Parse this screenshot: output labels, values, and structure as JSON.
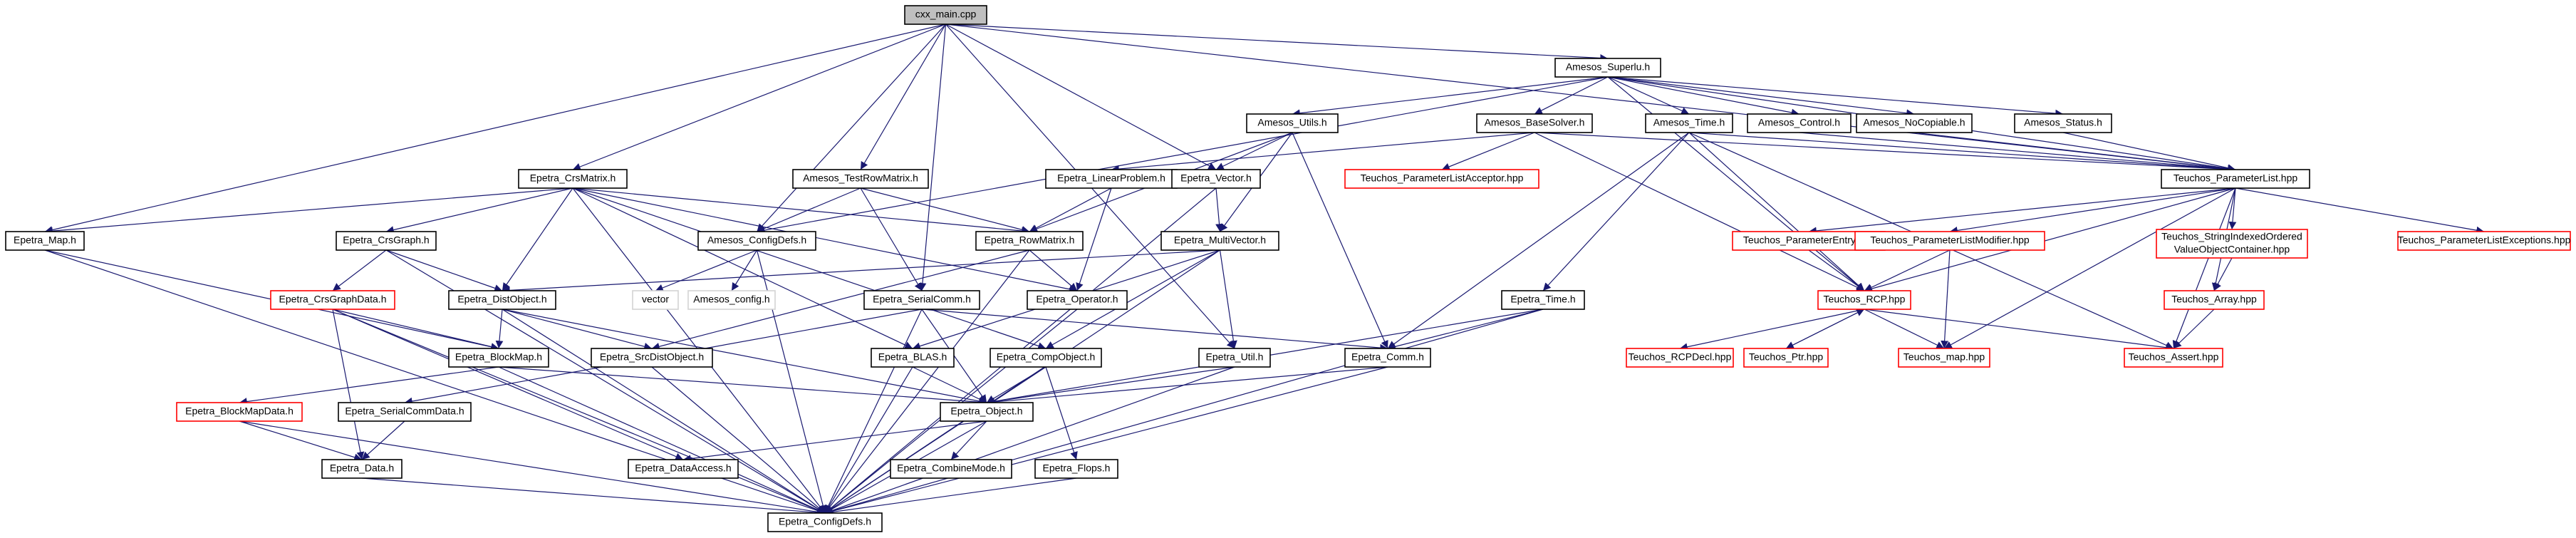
{
  "diagram": {
    "colors": {
      "edge": "#191970",
      "node_border": "#000000",
      "missing_border": "#ff0000",
      "root_fill": "#bfbfbf",
      "node_fill": "#ffffff",
      "plain_text_border": "#d3d3d3"
    },
    "nodes": [
      {
        "id": "cxx_main",
        "label": "cxx_main.cpp",
        "kind": "root"
      },
      {
        "id": "amesos_superlu",
        "label": "Amesos_Superlu.h",
        "kind": "normal"
      },
      {
        "id": "amesos_utils",
        "label": "Amesos_Utils.h",
        "kind": "normal"
      },
      {
        "id": "amesos_basesolver",
        "label": "Amesos_BaseSolver.h",
        "kind": "normal"
      },
      {
        "id": "amesos_time",
        "label": "Amesos_Time.h",
        "kind": "normal"
      },
      {
        "id": "amesos_control",
        "label": "Amesos_Control.h",
        "kind": "normal"
      },
      {
        "id": "amesos_nocopiable",
        "label": "Amesos_NoCopiable.h",
        "kind": "normal"
      },
      {
        "id": "amesos_status",
        "label": "Amesos_Status.h",
        "kind": "normal"
      },
      {
        "id": "epetra_crsmatrix",
        "label": "Epetra_CrsMatrix.h",
        "kind": "normal"
      },
      {
        "id": "amesos_testrowmatrix",
        "label": "Amesos_TestRowMatrix.h",
        "kind": "normal"
      },
      {
        "id": "epetra_linearproblem",
        "label": "Epetra_LinearProblem.h",
        "kind": "normal"
      },
      {
        "id": "epetra_vector",
        "label": "Epetra_Vector.h",
        "kind": "normal"
      },
      {
        "id": "teuchos_plaacceptor",
        "label": "Teuchos_ParameterListAcceptor.hpp",
        "kind": "missing"
      },
      {
        "id": "teuchos_parameterlist",
        "label": "Teuchos_ParameterList.hpp",
        "kind": "normal"
      },
      {
        "id": "epetra_map",
        "label": "Epetra_Map.h",
        "kind": "normal"
      },
      {
        "id": "epetra_crsgraph",
        "label": "Epetra_CrsGraph.h",
        "kind": "normal"
      },
      {
        "id": "amesos_configdefs",
        "label": "Amesos_ConfigDefs.h",
        "kind": "normal"
      },
      {
        "id": "epetra_rowmatrix",
        "label": "Epetra_RowMatrix.h",
        "kind": "normal"
      },
      {
        "id": "epetra_multivector",
        "label": "Epetra_MultiVector.h",
        "kind": "normal"
      },
      {
        "id": "teuchos_parameterentry",
        "label": "Teuchos_ParameterEntry.hpp",
        "kind": "missing"
      },
      {
        "id": "teuchos_plmodifier",
        "label": "Teuchos_ParameterListModifier.hpp",
        "kind": "missing"
      },
      {
        "id": "teuchos_stringindexed_1",
        "label": "Teuchos_StringIndexedOrdered",
        "kind": "missing"
      },
      {
        "id": "teuchos_stringindexed_2",
        "label": "ValueObjectContainer.hpp",
        "kind": "label_only"
      },
      {
        "id": "teuchos_plexceptions",
        "label": "Teuchos_ParameterListExceptions.hpp",
        "kind": "missing"
      },
      {
        "id": "epetra_crsgraphdata",
        "label": "Epetra_CrsGraphData.h",
        "kind": "missing"
      },
      {
        "id": "epetra_distobject",
        "label": "Epetra_DistObject.h",
        "kind": "normal"
      },
      {
        "id": "vector",
        "label": "vector",
        "kind": "plain"
      },
      {
        "id": "amesos_config",
        "label": "Amesos_config.h",
        "kind": "plain"
      },
      {
        "id": "epetra_serialcomm",
        "label": "Epetra_SerialComm.h",
        "kind": "normal"
      },
      {
        "id": "epetra_operator",
        "label": "Epetra_Operator.h",
        "kind": "normal"
      },
      {
        "id": "epetra_time",
        "label": "Epetra_Time.h",
        "kind": "normal"
      },
      {
        "id": "teuchos_rcp",
        "label": "Teuchos_RCP.hpp",
        "kind": "missing"
      },
      {
        "id": "teuchos_array",
        "label": "Teuchos_Array.hpp",
        "kind": "missing"
      },
      {
        "id": "epetra_blockmap",
        "label": "Epetra_BlockMap.h",
        "kind": "normal"
      },
      {
        "id": "epetra_srcdistobject",
        "label": "Epetra_SrcDistObject.h",
        "kind": "normal"
      },
      {
        "id": "epetra_blas",
        "label": "Epetra_BLAS.h",
        "kind": "normal"
      },
      {
        "id": "epetra_compobject",
        "label": "Epetra_CompObject.h",
        "kind": "normal"
      },
      {
        "id": "epetra_util",
        "label": "Epetra_Util.h",
        "kind": "normal"
      },
      {
        "id": "epetra_comm",
        "label": "Epetra_Comm.h",
        "kind": "normal"
      },
      {
        "id": "teuchos_rcpdecl",
        "label": "Teuchos_RCPDecl.hpp",
        "kind": "missing"
      },
      {
        "id": "teuchos_ptr",
        "label": "Teuchos_Ptr.hpp",
        "kind": "missing"
      },
      {
        "id": "teuchos_map",
        "label": "Teuchos_map.hpp",
        "kind": "missing"
      },
      {
        "id": "teuchos_assert",
        "label": "Teuchos_Assert.hpp",
        "kind": "missing"
      },
      {
        "id": "epetra_blockmapdata",
        "label": "Epetra_BlockMapData.h",
        "kind": "missing"
      },
      {
        "id": "epetra_serialcommdata",
        "label": "Epetra_SerialCommData.h",
        "kind": "normal"
      },
      {
        "id": "epetra_object",
        "label": "Epetra_Object.h",
        "kind": "normal"
      },
      {
        "id": "epetra_data",
        "label": "Epetra_Data.h",
        "kind": "normal"
      },
      {
        "id": "epetra_dataaccess",
        "label": "Epetra_DataAccess.h",
        "kind": "normal"
      },
      {
        "id": "epetra_combinemode",
        "label": "Epetra_CombineMode.h",
        "kind": "normal"
      },
      {
        "id": "epetra_flops",
        "label": "Epetra_Flops.h",
        "kind": "normal"
      },
      {
        "id": "epetra_configdefs",
        "label": "Epetra_ConfigDefs.h",
        "kind": "normal"
      }
    ],
    "edges": [
      [
        "cxx_main",
        "amesos_superlu"
      ],
      [
        "cxx_main",
        "epetra_crsmatrix"
      ],
      [
        "cxx_main",
        "amesos_testrowmatrix"
      ],
      [
        "cxx_main",
        "epetra_vector"
      ],
      [
        "cxx_main",
        "epetra_map"
      ],
      [
        "cxx_main",
        "amesos_configdefs"
      ],
      [
        "cxx_main",
        "epetra_serialcomm"
      ],
      [
        "cxx_main",
        "epetra_util"
      ],
      [
        "cxx_main",
        "teuchos_parameterlist"
      ],
      [
        "amesos_superlu",
        "amesos_utils"
      ],
      [
        "amesos_superlu",
        "amesos_basesolver"
      ],
      [
        "amesos_superlu",
        "amesos_time"
      ],
      [
        "amesos_superlu",
        "amesos_control"
      ],
      [
        "amesos_superlu",
        "amesos_nocopiable"
      ],
      [
        "amesos_superlu",
        "amesos_status"
      ],
      [
        "amesos_superlu",
        "amesos_configdefs"
      ],
      [
        "amesos_superlu",
        "teuchos_parameterlist"
      ],
      [
        "amesos_superlu",
        "teuchos_rcp"
      ],
      [
        "amesos_utils",
        "epetra_vector"
      ],
      [
        "amesos_utils",
        "epetra_rowmatrix"
      ],
      [
        "amesos_utils",
        "epetra_multivector"
      ],
      [
        "amesos_utils",
        "epetra_comm"
      ],
      [
        "amesos_basesolver",
        "epetra_linearproblem"
      ],
      [
        "amesos_basesolver",
        "teuchos_plaacceptor"
      ],
      [
        "amesos_basesolver",
        "teuchos_parameterlist"
      ],
      [
        "amesos_basesolver",
        "teuchos_rcp"
      ],
      [
        "amesos_time",
        "epetra_time"
      ],
      [
        "amesos_time",
        "epetra_comm"
      ],
      [
        "amesos_time",
        "teuchos_rcp"
      ],
      [
        "amesos_time",
        "teuchos_parameterlist"
      ],
      [
        "amesos_time",
        "teuchos_assert"
      ],
      [
        "amesos_control",
        "teuchos_parameterlist"
      ],
      [
        "amesos_nocopiable",
        "teuchos_parameterlist"
      ],
      [
        "amesos_status",
        "teuchos_parameterlist"
      ],
      [
        "epetra_crsmatrix",
        "epetra_map"
      ],
      [
        "epetra_crsmatrix",
        "epetra_crsgraph"
      ],
      [
        "epetra_crsmatrix",
        "epetra_distobject"
      ],
      [
        "epetra_crsmatrix",
        "epetra_rowmatrix"
      ],
      [
        "epetra_crsmatrix",
        "epetra_operator"
      ],
      [
        "epetra_crsmatrix",
        "epetra_blas"
      ],
      [
        "epetra_crsmatrix",
        "epetra_compobject"
      ],
      [
        "epetra_crsmatrix",
        "epetra_configdefs"
      ],
      [
        "amesos_testrowmatrix",
        "amesos_configdefs"
      ],
      [
        "amesos_testrowmatrix",
        "epetra_rowmatrix"
      ],
      [
        "amesos_testrowmatrix",
        "epetra_serialcomm"
      ],
      [
        "epetra_linearproblem",
        "epetra_rowmatrix"
      ],
      [
        "epetra_linearproblem",
        "epetra_operator"
      ],
      [
        "epetra_vector",
        "epetra_multivector"
      ],
      [
        "epetra_vector",
        "epetra_configdefs"
      ],
      [
        "teuchos_parameterlist",
        "teuchos_parameterentry"
      ],
      [
        "teuchos_parameterlist",
        "teuchos_plmodifier"
      ],
      [
        "teuchos_parameterlist",
        "teuchos_stringindexed_1"
      ],
      [
        "teuchos_parameterlist",
        "teuchos_plexceptions"
      ],
      [
        "teuchos_parameterlist",
        "teuchos_rcp"
      ],
      [
        "teuchos_parameterlist",
        "teuchos_array"
      ],
      [
        "teuchos_parameterlist",
        "teuchos_map"
      ],
      [
        "teuchos_parameterlist",
        "teuchos_assert"
      ],
      [
        "epetra_map",
        "epetra_blockmap"
      ],
      [
        "epetra_map",
        "epetra_configdefs"
      ],
      [
        "epetra_crsgraph",
        "epetra_crsgraphdata"
      ],
      [
        "epetra_crsgraph",
        "epetra_distobject"
      ],
      [
        "epetra_crsgraph",
        "epetra_configdefs"
      ],
      [
        "amesos_configdefs",
        "vector"
      ],
      [
        "amesos_configdefs",
        "amesos_config"
      ],
      [
        "amesos_configdefs",
        "epetra_configdefs"
      ],
      [
        "epetra_rowmatrix",
        "epetra_operator"
      ],
      [
        "epetra_rowmatrix",
        "epetra_srcdistobject"
      ],
      [
        "epetra_rowmatrix",
        "epetra_configdefs"
      ],
      [
        "epetra_multivector",
        "epetra_distobject"
      ],
      [
        "epetra_multivector",
        "epetra_compobject"
      ],
      [
        "epetra_multivector",
        "epetra_blas"
      ],
      [
        "epetra_multivector",
        "epetra_util"
      ],
      [
        "epetra_multivector",
        "epetra_configdefs"
      ],
      [
        "teuchos_parameterentry",
        "teuchos_rcp"
      ],
      [
        "teuchos_plmodifier",
        "teuchos_rcp"
      ],
      [
        "teuchos_plmodifier",
        "teuchos_map"
      ],
      [
        "teuchos_stringindexed_1",
        "teuchos_array"
      ],
      [
        "epetra_crsgraphdata",
        "epetra_blockmap"
      ],
      [
        "epetra_crsgraphdata",
        "epetra_data"
      ],
      [
        "epetra_crsgraphdata",
        "epetra_dataaccess"
      ],
      [
        "epetra_crsgraphdata",
        "epetra_configdefs"
      ],
      [
        "epetra_distobject",
        "epetra_blockmap"
      ],
      [
        "epetra_distobject",
        "epetra_srcdistobject"
      ],
      [
        "epetra_distobject",
        "epetra_object"
      ],
      [
        "epetra_distobject",
        "epetra_configdefs"
      ],
      [
        "epetra_serialcomm",
        "epetra_comm"
      ],
      [
        "epetra_serialcomm",
        "epetra_serialcommdata"
      ],
      [
        "epetra_serialcomm",
        "epetra_object"
      ],
      [
        "epetra_serialcomm",
        "epetra_configdefs"
      ],
      [
        "epetra_operator",
        "epetra_configdefs"
      ],
      [
        "epetra_time",
        "epetra_comm"
      ],
      [
        "epetra_time",
        "epetra_object"
      ],
      [
        "epetra_time",
        "epetra_configdefs"
      ],
      [
        "teuchos_rcp",
        "teuchos_rcpdecl"
      ],
      [
        "teuchos_rcp",
        "teuchos_ptr"
      ],
      [
        "teuchos_rcp",
        "teuchos_map"
      ],
      [
        "teuchos_rcp",
        "teuchos_assert"
      ],
      [
        "teuchos_ptr",
        "teuchos_rcp"
      ],
      [
        "teuchos_array",
        "teuchos_assert"
      ],
      [
        "epetra_blockmap",
        "epetra_blockmapdata"
      ],
      [
        "epetra_blockmap",
        "epetra_object"
      ],
      [
        "epetra_blockmap",
        "epetra_configdefs"
      ],
      [
        "epetra_srcdistobject",
        "epetra_configdefs"
      ],
      [
        "epetra_blas",
        "epetra_object"
      ],
      [
        "epetra_blas",
        "epetra_configdefs"
      ],
      [
        "epetra_compobject",
        "epetra_object"
      ],
      [
        "epetra_compobject",
        "epetra_flops"
      ],
      [
        "epetra_compobject",
        "epetra_configdefs"
      ],
      [
        "epetra_util",
        "epetra_object"
      ],
      [
        "epetra_util",
        "epetra_configdefs"
      ],
      [
        "epetra_comm",
        "epetra_object"
      ],
      [
        "epetra_comm",
        "epetra_configdefs"
      ],
      [
        "epetra_blockmapdata",
        "epetra_data"
      ],
      [
        "epetra_blockmapdata",
        "epetra_configdefs"
      ],
      [
        "epetra_serialcommdata",
        "epetra_data"
      ],
      [
        "epetra_object",
        "epetra_dataaccess"
      ],
      [
        "epetra_object",
        "epetra_combinemode"
      ],
      [
        "epetra_object",
        "epetra_configdefs"
      ],
      [
        "epetra_data",
        "epetra_configdefs"
      ],
      [
        "epetra_flops",
        "epetra_configdefs"
      ]
    ]
  }
}
